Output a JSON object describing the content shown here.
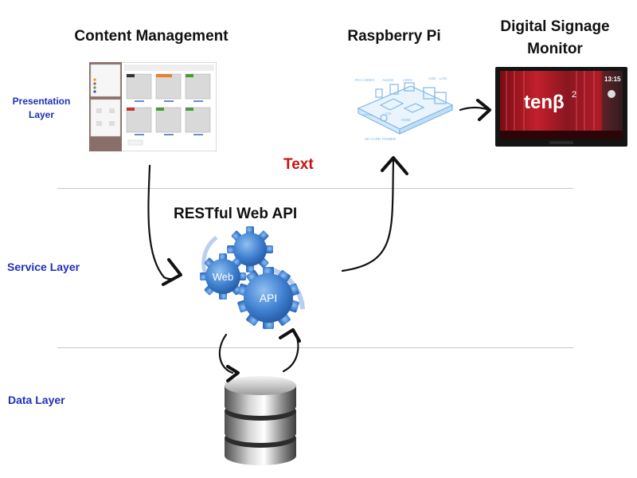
{
  "headings": {
    "content_management": "Content Management",
    "raspberry_pi": "Raspberry Pi",
    "digital_signage_line1": "Digital Signage",
    "digital_signage_line2": "Monitor",
    "restful_api": "RESTful Web API"
  },
  "annotation": "Text",
  "layers": {
    "presentation_line1": "Presentation",
    "presentation_line2": "Layer",
    "service": "Service Layer",
    "data": "Data Layer"
  },
  "gears": {
    "web": "Web",
    "api": "API"
  },
  "monitor": {
    "brand": "tenβ",
    "superscript": "2",
    "clock": "13:15"
  },
  "pi_board": {
    "labels": [
      "RCA VIDEO",
      "AUDIO",
      "LEDS",
      "USB",
      "LAN",
      "GPIO",
      "CSI",
      "HDMI",
      "SD CARD",
      "POWER"
    ]
  },
  "colors": {
    "layer_label": "#1f2fb8",
    "annotation": "#cc1111",
    "gear_blue": "#3f7fd0",
    "arrow": "#111111"
  }
}
